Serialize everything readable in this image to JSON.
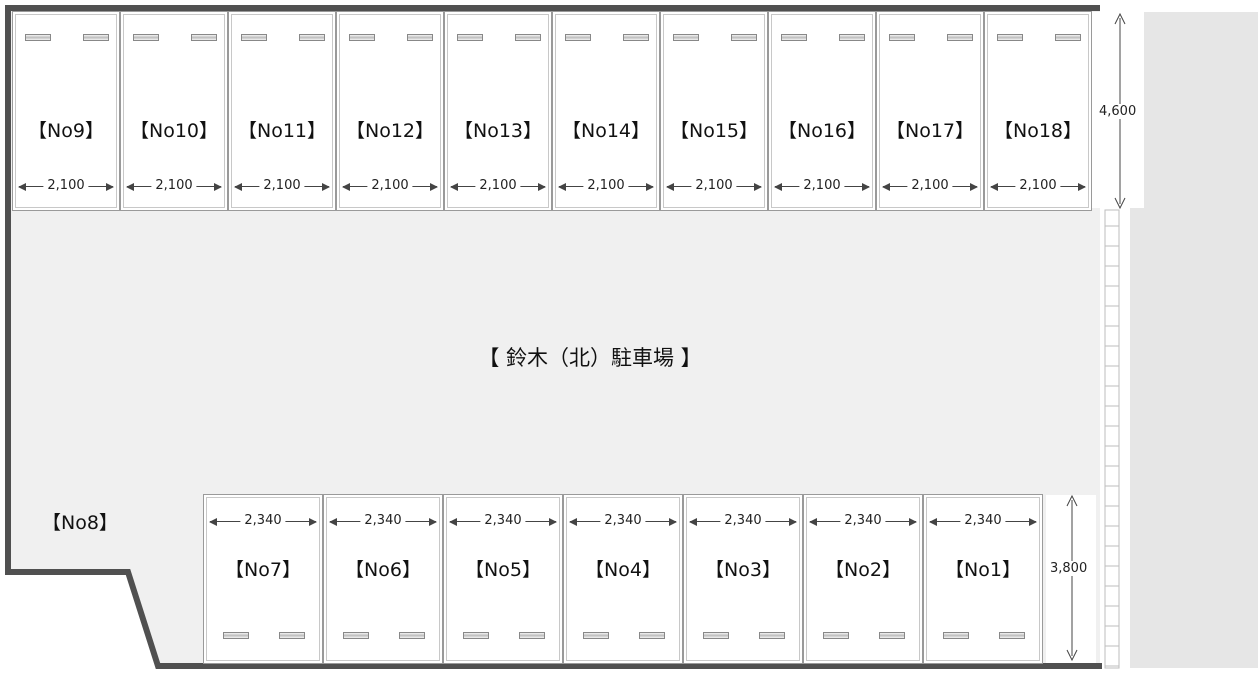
{
  "lot": {
    "title": "【 鈴木（北）駐車場 】"
  },
  "top_row": {
    "stalls": [
      {
        "label": "【No9】",
        "width_text": "2,100"
      },
      {
        "label": "【No10】",
        "width_text": "2,100"
      },
      {
        "label": "【No11】",
        "width_text": "2,100"
      },
      {
        "label": "【No12】",
        "width_text": "2,100"
      },
      {
        "label": "【No13】",
        "width_text": "2,100"
      },
      {
        "label": "【No14】",
        "width_text": "2,100"
      },
      {
        "label": "【No15】",
        "width_text": "2,100"
      },
      {
        "label": "【No16】",
        "width_text": "2,100"
      },
      {
        "label": "【No17】",
        "width_text": "2,100"
      },
      {
        "label": "【No18】",
        "width_text": "2,100"
      }
    ],
    "depth_text": "4,600"
  },
  "bottom_row": {
    "stalls": [
      {
        "label": "【No7】",
        "width_text": "2,340"
      },
      {
        "label": "【No6】",
        "width_text": "2,340"
      },
      {
        "label": "【No5】",
        "width_text": "2,340"
      },
      {
        "label": "【No4】",
        "width_text": "2,340"
      },
      {
        "label": "【No3】",
        "width_text": "2,340"
      },
      {
        "label": "【No2】",
        "width_text": "2,340"
      },
      {
        "label": "【No1】",
        "width_text": "2,340"
      }
    ],
    "depth_text": "3,800"
  },
  "extra": {
    "no8_label": "【No8】"
  },
  "colors": {
    "ground": "#f0f0f0",
    "wall": "#505050",
    "road": "#e6e6e6"
  }
}
